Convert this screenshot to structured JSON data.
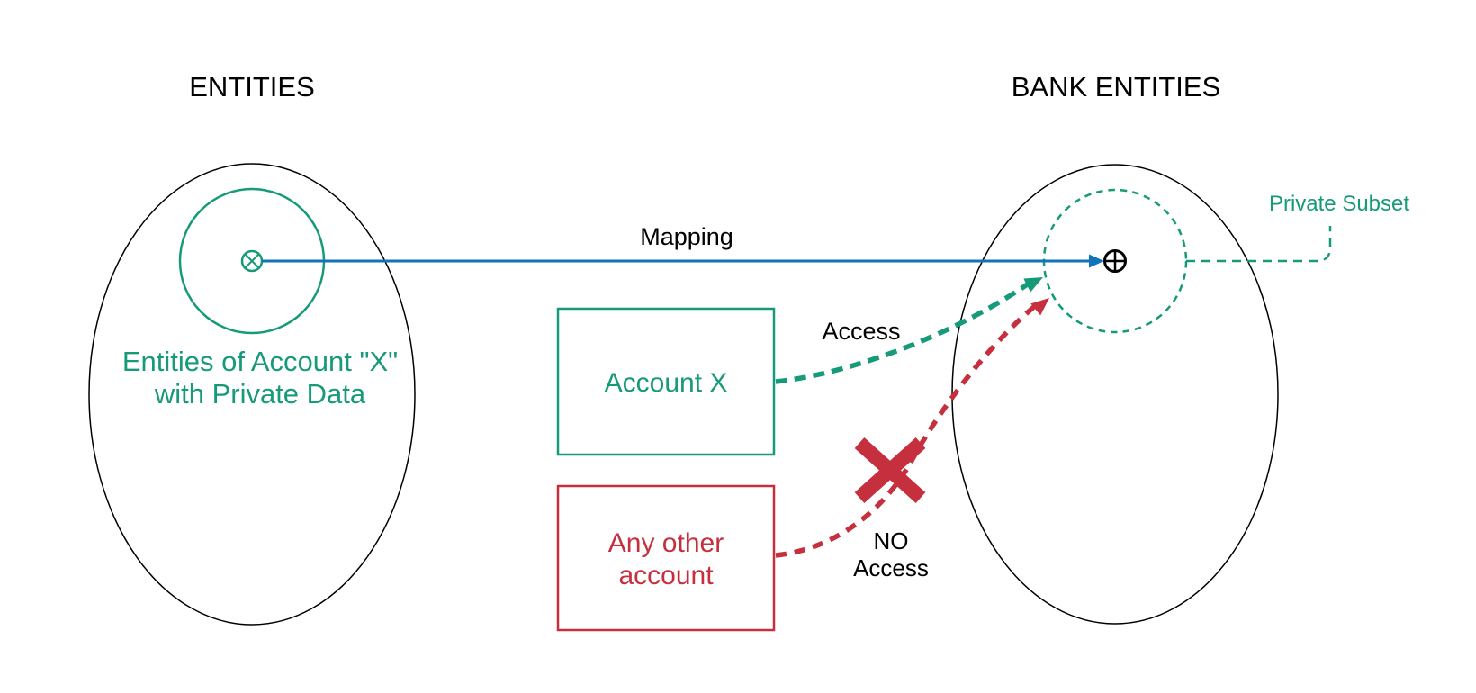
{
  "labels": {
    "entities_title": "ENTITIES",
    "bank_entities_title": "BANK ENTITIES",
    "entities_note_line1": "Entities of Account \"X\"",
    "entities_note_line2": "with Private Data",
    "mapping": "Mapping",
    "access": "Access",
    "no_access_line1": "NO",
    "no_access_line2": "Access",
    "private_subset": "Private Subset",
    "account_x": "Account X",
    "other_account_line1": "Any other",
    "other_account_line2": "account"
  },
  "colors": {
    "green": "#179a7a",
    "red": "#c6303e",
    "blue": "#1173b9",
    "black": "#000000"
  }
}
